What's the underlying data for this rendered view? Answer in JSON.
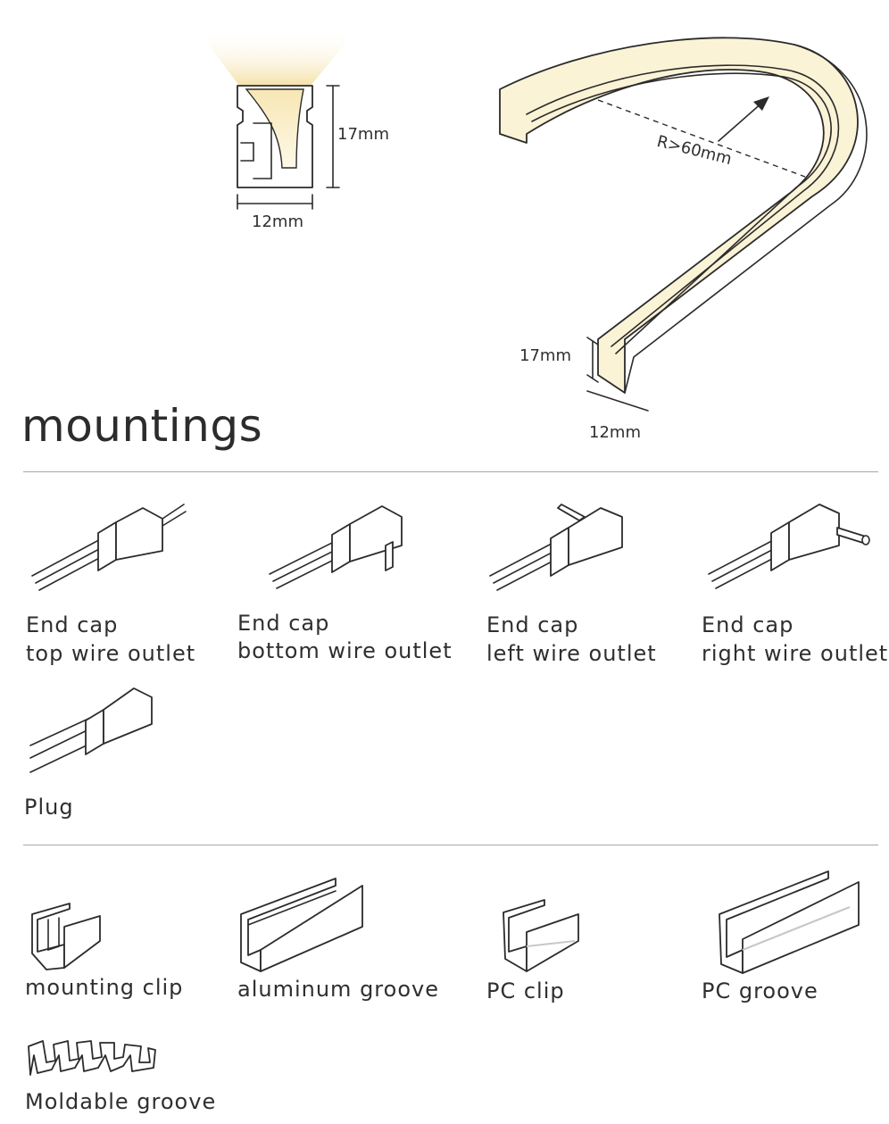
{
  "profile": {
    "height_label": "17mm",
    "width_label": "12mm"
  },
  "bend": {
    "radius_label": "R>60mm",
    "height_label": "17mm",
    "width_label": "12mm"
  },
  "section_title": "mountings",
  "end_caps": [
    {
      "line1": "End cap",
      "line2": "top wire outlet"
    },
    {
      "line1": "End cap",
      "line2": "bottom wire outlet"
    },
    {
      "line1": "End cap",
      "line2": "left wire outlet"
    },
    {
      "line1": "End cap",
      "line2": "right wire outlet"
    }
  ],
  "plug_label": "Plug",
  "grooves": [
    {
      "label": "mounting clip"
    },
    {
      "label": "aluminum groove"
    },
    {
      "label": "PC clip"
    },
    {
      "label": "PC groove"
    }
  ],
  "moldable_label": "Moldable groove",
  "colors": {
    "glow": "#fbf3d6",
    "glow_edge": "#f6e6b0",
    "text": "#2f2f2f",
    "rule": "#a8a8a8"
  }
}
